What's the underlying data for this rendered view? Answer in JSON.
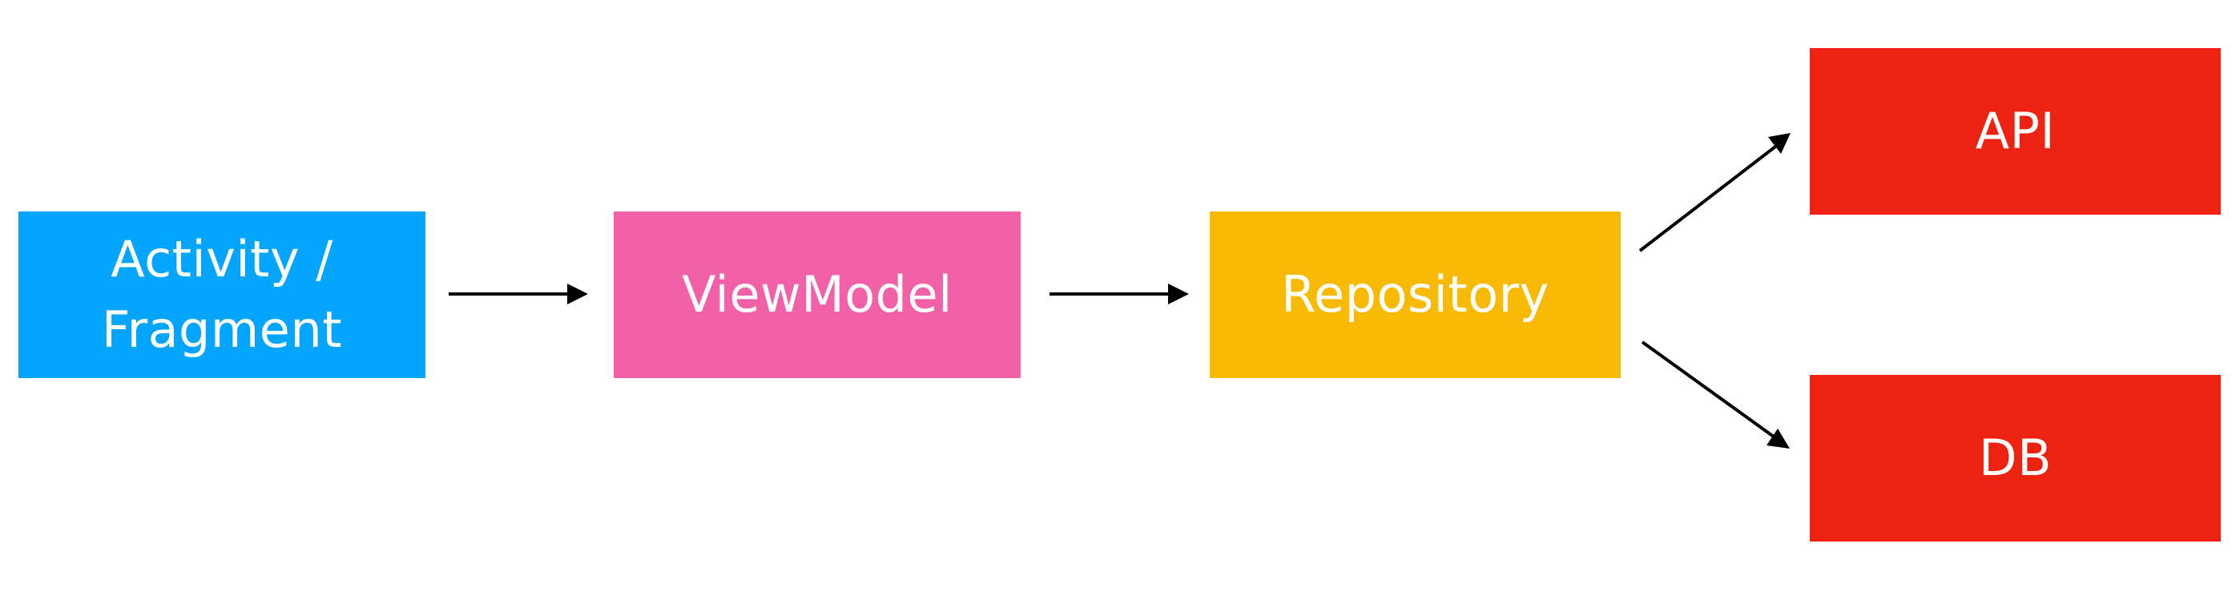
{
  "diagram": {
    "nodes": [
      {
        "id": "activity",
        "lines": [
          "Activity /",
          "Fragment"
        ],
        "color": "#03A5FF"
      },
      {
        "id": "viewmodel",
        "lines": [
          "ViewModel"
        ],
        "color": "#F260A8"
      },
      {
        "id": "repository",
        "lines": [
          "Repository"
        ],
        "color": "#F8BA04"
      },
      {
        "id": "api",
        "lines": [
          "API"
        ],
        "color": "#EE2210"
      },
      {
        "id": "db",
        "lines": [
          "DB"
        ],
        "color": "#EE2210"
      }
    ],
    "edges": [
      {
        "from": "activity",
        "to": "viewmodel"
      },
      {
        "from": "viewmodel",
        "to": "repository"
      },
      {
        "from": "repository",
        "to": "api"
      },
      {
        "from": "repository",
        "to": "db"
      }
    ],
    "arrow_color": "#000000"
  }
}
